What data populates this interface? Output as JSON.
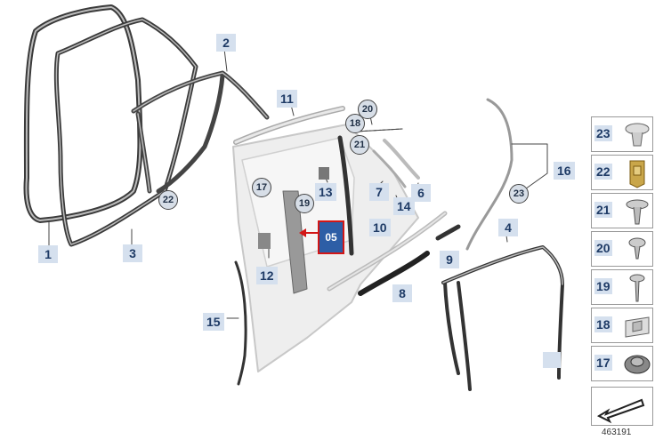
{
  "diagram": {
    "callouts": [
      "1",
      "2",
      "3",
      "4",
      "6",
      "7",
      "8",
      "9",
      "10",
      "11",
      "12",
      "13",
      "14",
      "15",
      "16"
    ],
    "circled": [
      "17",
      "19",
      "20",
      "18",
      "21",
      "22",
      "23"
    ],
    "highlight_label": "05",
    "legend": [
      {
        "num": "23",
        "icon": "clip-icon"
      },
      {
        "num": "22",
        "icon": "bracket-clip-icon"
      },
      {
        "num": "21",
        "icon": "screw-washer-icon"
      },
      {
        "num": "20",
        "icon": "screw-short-icon"
      },
      {
        "num": "19",
        "icon": "screw-long-icon"
      },
      {
        "num": "18",
        "icon": "retainer-clip-icon"
      },
      {
        "num": "17",
        "icon": "plastic-nut-icon"
      }
    ],
    "diagram_id": "463191"
  }
}
